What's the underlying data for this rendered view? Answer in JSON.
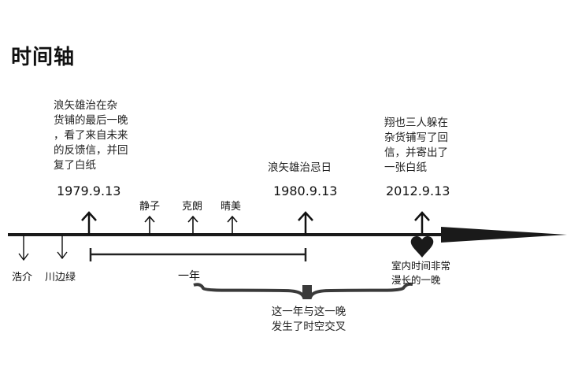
{
  "title": "时间轴",
  "events": [
    {
      "date": "1979.9.13",
      "note_lines": [
        "浪矢雄治在杂",
        "货铺的最后一晚",
        "，看了来自未来",
        "的反馈信，并回",
        "复了白纸"
      ]
    },
    {
      "date": "1980.9.13",
      "note_lines": [
        "浪矢雄治忌日"
      ]
    },
    {
      "date": "2012.9.13",
      "note_lines": [
        "翔也三人躲在",
        "杂货铺写了回",
        "信，并寄出了",
        "一张白纸"
      ]
    }
  ],
  "characters_above": [
    "静子",
    "克朗",
    "晴美"
  ],
  "characters_below": [
    "浩介",
    "川边绿"
  ],
  "span_label": "一年",
  "heart_note_lines": [
    "室内时间非常",
    "漫长的一晚"
  ],
  "brace_note_lines": [
    "这一年与这一晚",
    "发生了时空交叉"
  ],
  "colors": {
    "line": "#1a1a1a",
    "brace": "#3a3a3a",
    "background": "#ffffff"
  }
}
